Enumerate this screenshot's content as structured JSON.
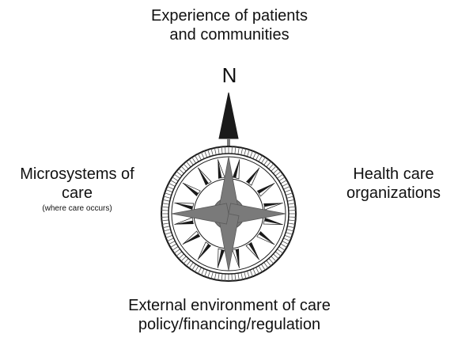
{
  "diagram": {
    "top_label": [
      "Experience of patients",
      "and communities"
    ],
    "left_label": [
      "Microsystems of",
      "care"
    ],
    "left_note": "(where care occurs)",
    "right_label": [
      "Health care",
      "organizations"
    ],
    "bottom_label": [
      "External environment of care",
      "policy/financing/regulation"
    ],
    "north_letter": "N"
  },
  "colors": {
    "ink": "#1a1a1a",
    "star_gray": "#7a7a7a",
    "ring_hatch": "#555555"
  }
}
